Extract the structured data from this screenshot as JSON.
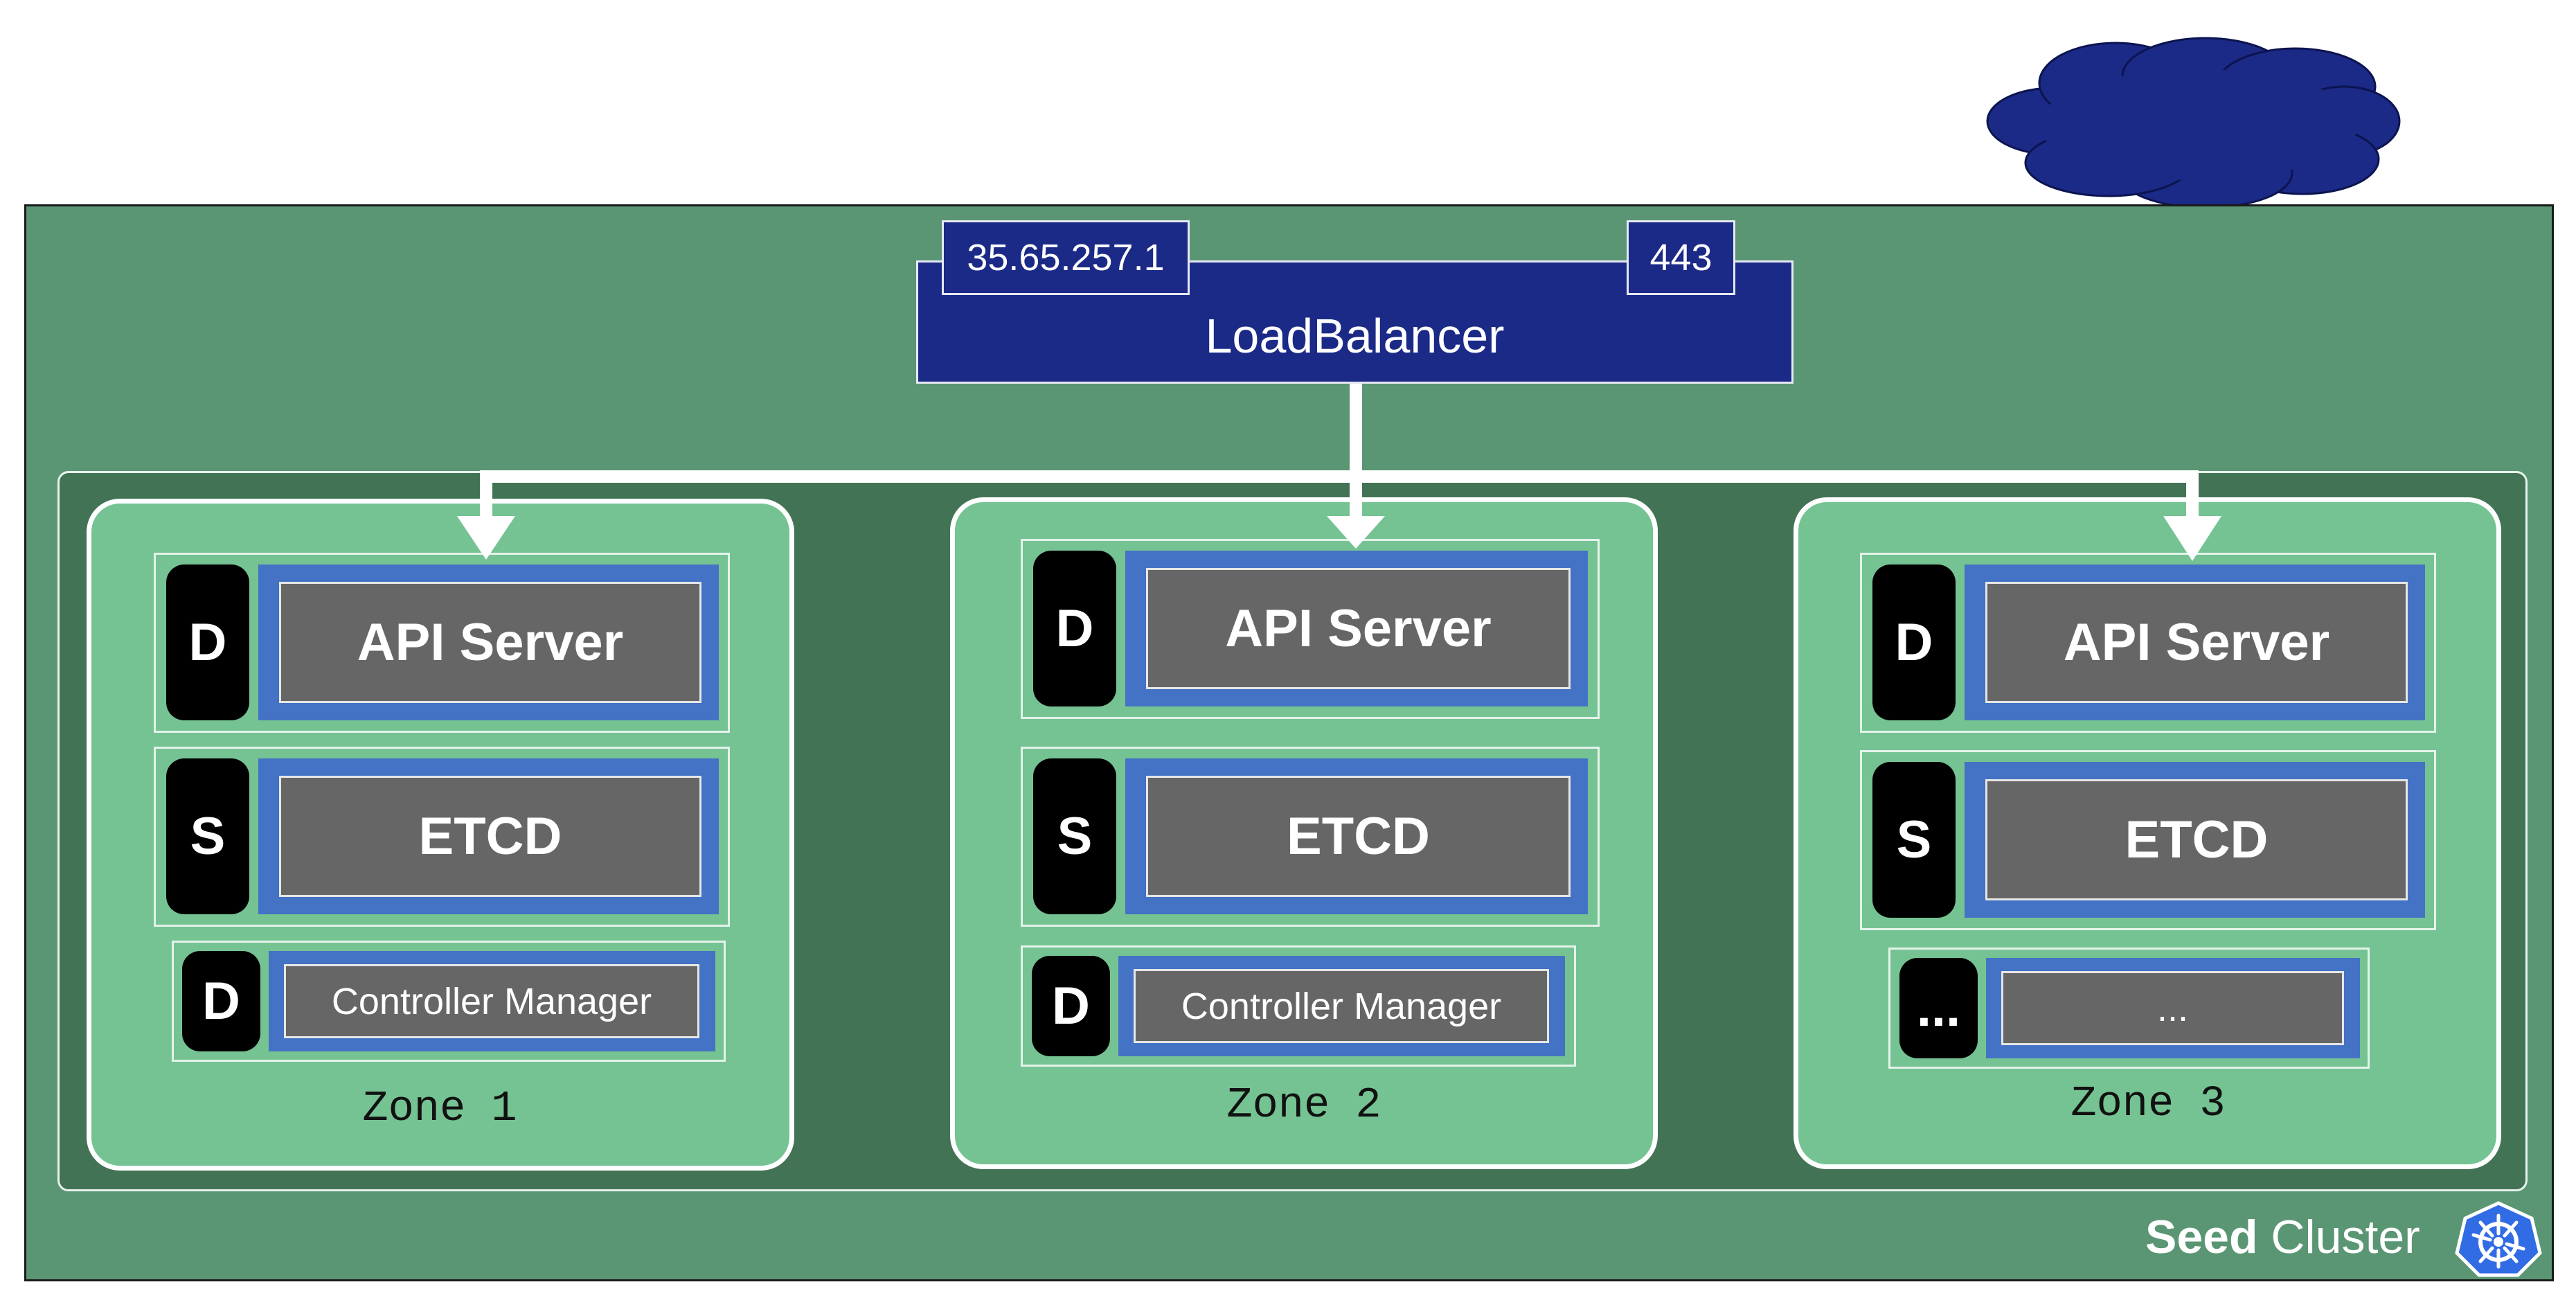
{
  "load_balancer": {
    "label": "LoadBalancer",
    "ip": "35.65.257.1",
    "port": "443"
  },
  "zones": [
    {
      "label": "Zone 1",
      "rows": [
        {
          "badge": "D",
          "label": "API Server"
        },
        {
          "badge": "S",
          "label": "ETCD"
        },
        {
          "badge": "D",
          "label": "Controller Manager"
        }
      ]
    },
    {
      "label": "Zone 2",
      "rows": [
        {
          "badge": "D",
          "label": "API Server"
        },
        {
          "badge": "S",
          "label": "ETCD"
        },
        {
          "badge": "D",
          "label": "Controller Manager"
        }
      ]
    },
    {
      "label": "Zone 3",
      "rows": [
        {
          "badge": "D",
          "label": "API Server"
        },
        {
          "badge": "S",
          "label": "ETCD"
        },
        {
          "badge": "...",
          "label": "..."
        }
      ]
    }
  ],
  "cluster": {
    "bold": "Seed",
    "rest": " Cluster"
  },
  "colors": {
    "seed_cluster": "#5a9673",
    "inner_area": "#427355",
    "zone": "#75c393",
    "load_balancer": "#1b2a86",
    "component_frame": "#4472c4",
    "component": "#666666",
    "cloud": "#1b2a86",
    "kubernetes_logo": "#326ce5"
  },
  "icons": {
    "cloud": "cloud-icon",
    "logo": "kubernetes-logo-icon"
  }
}
